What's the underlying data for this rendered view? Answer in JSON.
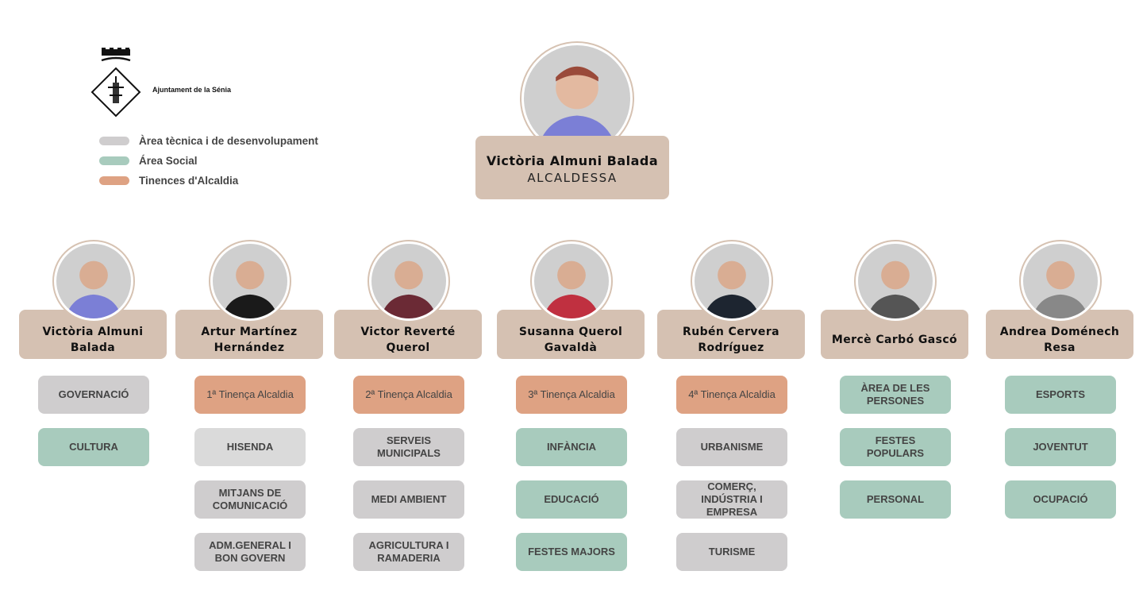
{
  "header": {
    "logo_text": "Ajuntament de la Sénia"
  },
  "legend": [
    {
      "label": "Àrea tècnica i de desenvolupament",
      "color": "#cfcdce"
    },
    {
      "label": "Área Social",
      "color": "#a8cbbd"
    },
    {
      "label": "Tinences d'Alcaldia",
      "color": "#dea283"
    }
  ],
  "mayor": {
    "name": "Victòria Almuni Balada",
    "role": "ALCALDESSA"
  },
  "colors": {
    "name_box": "#d5c1b2",
    "tech": "#cfcdce",
    "social": "#a8cbbd",
    "tinenca": "#dea283"
  },
  "members": [
    {
      "name": "Victòria Almuni Balada",
      "areas": [
        {
          "label": "GOVERNACIÓ",
          "type": "tech"
        },
        {
          "label": "CULTURA",
          "type": "social"
        }
      ]
    },
    {
      "name": "Artur Martínez Hernández",
      "areas": [
        {
          "label": "1ª Tinença Alcaldia",
          "type": "tinenca"
        },
        {
          "label": "HISENDA",
          "type": "light"
        },
        {
          "label": "MITJANS DE COMUNICACIÓ",
          "type": "tech"
        },
        {
          "label": "ADM.GENERAL I BON GOVERN",
          "type": "tech"
        }
      ]
    },
    {
      "name": "Victor Reverté Querol",
      "areas": [
        {
          "label": "2ª Tinença Alcaldia",
          "type": "tinenca"
        },
        {
          "label": "SERVEIS MUNICIPALS",
          "type": "tech"
        },
        {
          "label": "MEDI AMBIENT",
          "type": "tech"
        },
        {
          "label": "AGRICULTURA I RAMADERIA",
          "type": "tech"
        }
      ]
    },
    {
      "name": "Susanna Querol Gavaldà",
      "areas": [
        {
          "label": "3ª Tinença Alcaldia",
          "type": "tinenca"
        },
        {
          "label": "INFÀNCIA",
          "type": "social"
        },
        {
          "label": "EDUCACIÓ",
          "type": "social"
        },
        {
          "label": "FESTES MAJORS",
          "type": "social"
        }
      ]
    },
    {
      "name": "Rubén Cervera Rodríguez",
      "areas": [
        {
          "label": "4ª Tinença Alcaldia",
          "type": "tinenca"
        },
        {
          "label": "URBANISME",
          "type": "tech"
        },
        {
          "label": "COMERÇ, INDÚSTRIA I EMPRESA",
          "type": "tech"
        },
        {
          "label": "TURISME",
          "type": "tech"
        }
      ]
    },
    {
      "name": "Mercè Carbó Gascó",
      "areas": [
        {
          "label": "ÀREA DE LES PERSONES",
          "type": "social"
        },
        {
          "label": "FESTES POPULARS",
          "type": "social"
        },
        {
          "label": "PERSONAL",
          "type": "social"
        }
      ]
    },
    {
      "name": "Andrea Doménech Resa",
      "areas": [
        {
          "label": "ESPORTS",
          "type": "social"
        },
        {
          "label": "JOVENTUT",
          "type": "social"
        },
        {
          "label": "OCUPACIÓ",
          "type": "social"
        }
      ]
    }
  ]
}
